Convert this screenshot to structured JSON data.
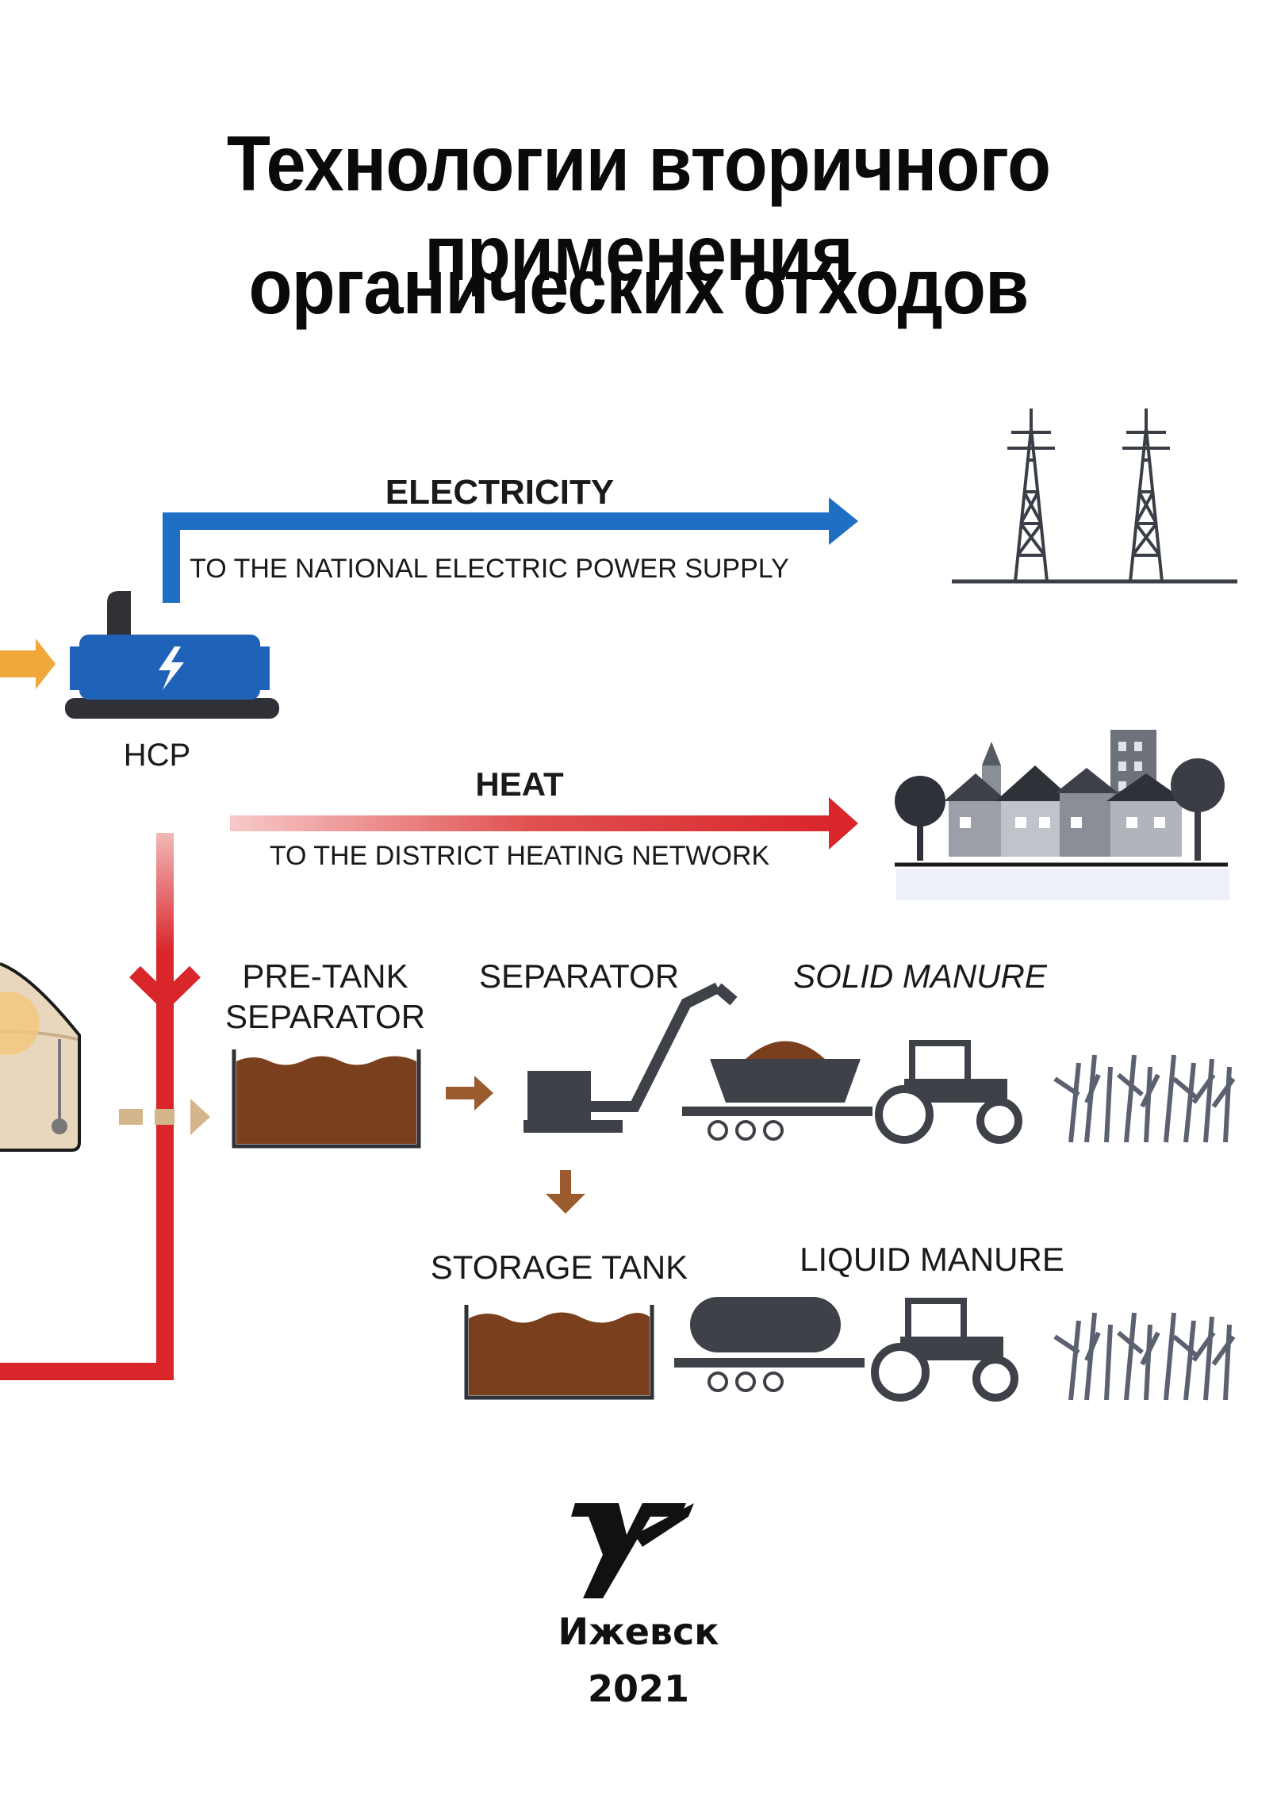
{
  "title": {
    "line1": "Технологии вторичного применения",
    "line2": "органических отходов"
  },
  "diagram": {
    "electricity": {
      "label": "ELECTRICITY",
      "sublabel": "TO THE NATIONAL ELECTRIC POWER SUPPLY"
    },
    "hcp": {
      "label": "HCP"
    },
    "heat": {
      "label": "HEAT",
      "sublabel": "TO THE DISTRICT HEATING NETWORK"
    },
    "pre_tank": {
      "line1": "PRE-TANK",
      "line2": "SEPARATOR"
    },
    "separator": {
      "label": "SEPARATOR"
    },
    "solid_manure": {
      "label": "SOLID MANURE"
    },
    "storage_tank": {
      "label": "STORAGE TANK"
    },
    "liquid_manure": {
      "label": "LIQUID MANURE"
    }
  },
  "colors": {
    "electric_blue": "#1f6fc4",
    "heat_red": "#d9262b",
    "manure_brown": "#7a3f1c",
    "orange_arrow": "#f0a83a",
    "machine_gray": "#4a4d55"
  },
  "icons": [
    "power-pylon-icon",
    "generator-icon",
    "town-icon",
    "tractor-icon",
    "crop-field-icon",
    "trailer-icon",
    "tanker-icon",
    "publisher-logo"
  ],
  "footer": {
    "city": "Ижевск",
    "year": "2021"
  }
}
